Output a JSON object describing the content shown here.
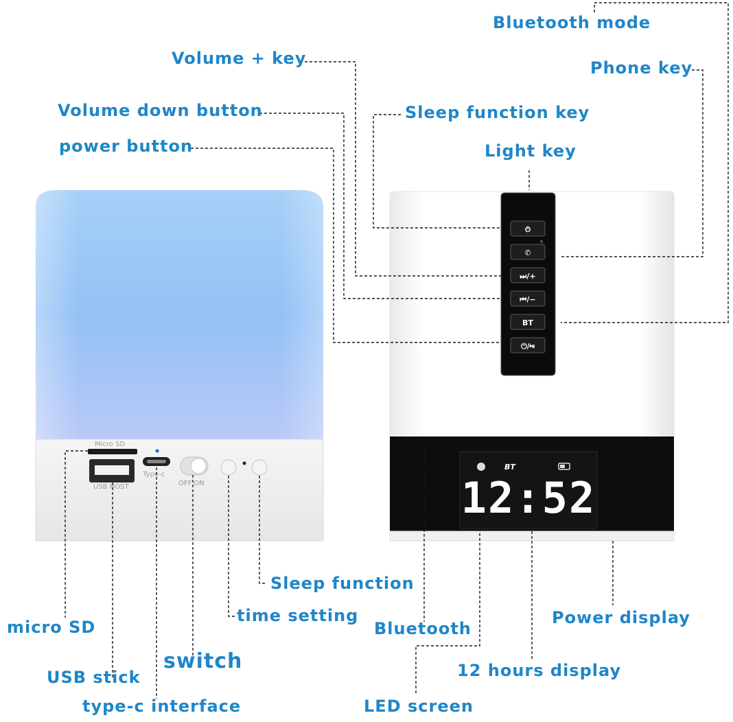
{
  "labels": {
    "bluetooth_mode": "Bluetooth mode",
    "volume_plus_key": "Volume + key",
    "phone_key": "Phone key",
    "volume_down_button": "Volume down button",
    "sleep_function_key": "Sleep function key",
    "power_button": "power button",
    "light_key": "Light key",
    "sleep_function": "Sleep function",
    "micro_sd": "micro SD",
    "time_setting": "time setting",
    "bluetooth": "Bluetooth",
    "power_display": "Power display",
    "switch": "switch",
    "usb_stick": "USB stick",
    "twelve_hours_display": "12 hours display",
    "type_c_interface": "type-c interface",
    "led_screen": "LED screen"
  },
  "left_device": {
    "micro_sd_print": "Micro SD",
    "type_c_print": "Type-c",
    "usb_host_print": "USB HOST",
    "switch_print": "OFF ON"
  },
  "right_device": {
    "buttons": [
      "⏱",
      "✆",
      "⏭/+",
      "⏮/−",
      "BT",
      "⏻/⏯"
    ],
    "clock_time": "12:52",
    "bt_indicator": "BT"
  },
  "colors": {
    "label_blue": "#1f86c8",
    "lamp_top": "#8fc0f5",
    "lamp_bottom": "#b5c8f6",
    "panel_black": "#0d0d0d"
  }
}
